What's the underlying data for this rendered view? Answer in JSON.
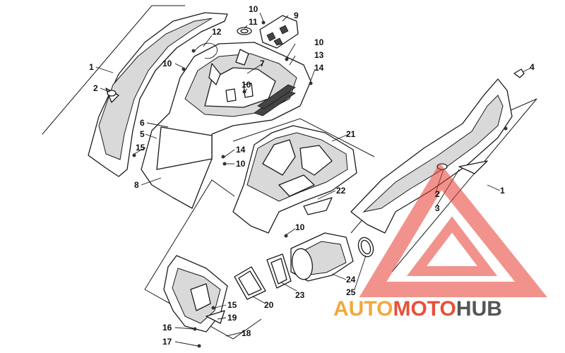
{
  "callouts": [
    {
      "id": "c1a",
      "label": "1"
    },
    {
      "id": "c2a",
      "label": "2"
    },
    {
      "id": "c6",
      "label": "6"
    },
    {
      "id": "c5",
      "label": "5"
    },
    {
      "id": "c15a",
      "label": "15"
    },
    {
      "id": "c8",
      "label": "8"
    },
    {
      "id": "c10a",
      "label": "10"
    },
    {
      "id": "c12",
      "label": "12"
    },
    {
      "id": "c10b",
      "label": "10"
    },
    {
      "id": "c11",
      "label": "11"
    },
    {
      "id": "c9",
      "label": "9"
    },
    {
      "id": "c10c",
      "label": "10"
    },
    {
      "id": "c13",
      "label": "13"
    },
    {
      "id": "c14a",
      "label": "14"
    },
    {
      "id": "c7",
      "label": "7"
    },
    {
      "id": "c10d",
      "label": "10"
    },
    {
      "id": "c14b",
      "label": "14"
    },
    {
      "id": "c10e",
      "label": "10"
    },
    {
      "id": "c21",
      "label": "21"
    },
    {
      "id": "c22",
      "label": "22"
    },
    {
      "id": "c10f",
      "label": "10"
    },
    {
      "id": "c4",
      "label": "4"
    },
    {
      "id": "c1b",
      "label": "1"
    },
    {
      "id": "c2b",
      "label": "2"
    },
    {
      "id": "c3",
      "label": "3"
    },
    {
      "id": "c24",
      "label": "24"
    },
    {
      "id": "c25",
      "label": "25"
    },
    {
      "id": "c23",
      "label": "23"
    },
    {
      "id": "c20",
      "label": "20"
    },
    {
      "id": "c15b",
      "label": "15"
    },
    {
      "id": "c19",
      "label": "19"
    },
    {
      "id": "c18",
      "label": "18"
    },
    {
      "id": "c16",
      "label": "16"
    },
    {
      "id": "c17",
      "label": "17"
    }
  ],
  "watermark": {
    "part1": "AUTO",
    "part2": "MOTO",
    "part3": "HUB",
    "colors": {
      "auto": "#f2a93b",
      "moto": "#e8503a",
      "hub": "#555555",
      "triangle": "#e63b2e"
    }
  }
}
